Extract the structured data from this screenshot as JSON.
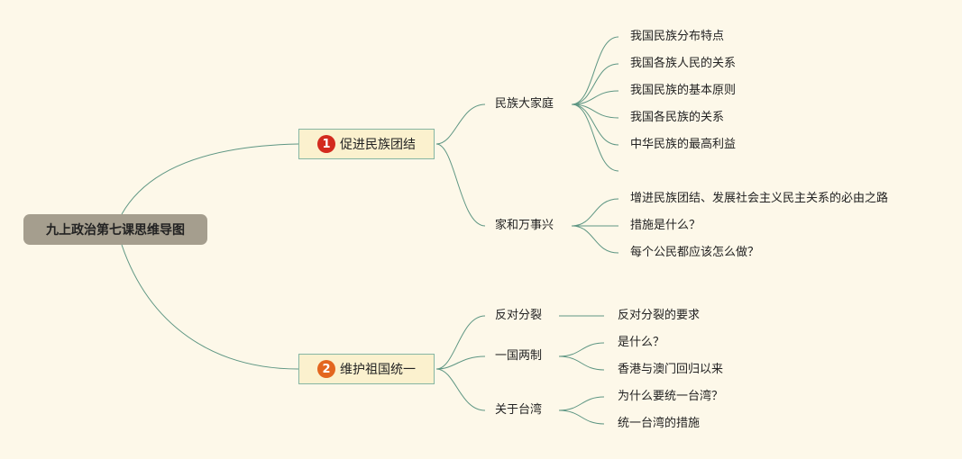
{
  "root": {
    "title": "九上政治第七课思维导图"
  },
  "branches": [
    {
      "label": "促进民族团结",
      "badge": "1",
      "badge_color": "#d32a1e",
      "children": [
        {
          "label": "民族大家庭",
          "leaves": [
            "我国民族分布特点",
            "我国各族人民的关系",
            "我国民族的基本原则",
            "我国各民族的关系",
            "中华民族的最高利益"
          ]
        },
        {
          "label": "家和万事兴",
          "leaves": [
            "增进民族团结、发展社会主义民主关系的必由之路",
            "措施是什么？",
            "每个公民都应该怎么做？"
          ]
        }
      ]
    },
    {
      "label": "维护祖国统一",
      "badge": "2",
      "badge_color": "#e3661f",
      "children": [
        {
          "label": "反对分裂",
          "leaves": [
            "反对分裂的要求"
          ]
        },
        {
          "label": "一国两制",
          "leaves": [
            "是什么？",
            "香港与澳门回归以来"
          ]
        },
        {
          "label": "关于台湾",
          "leaves": [
            "为什么要统一台湾？",
            "统一台湾的措施"
          ]
        }
      ]
    }
  ],
  "colors": {
    "background": "#fdf8e9",
    "line": "#5e9683",
    "root": "#a59e8e",
    "node_fill": "#fbf1ce"
  }
}
